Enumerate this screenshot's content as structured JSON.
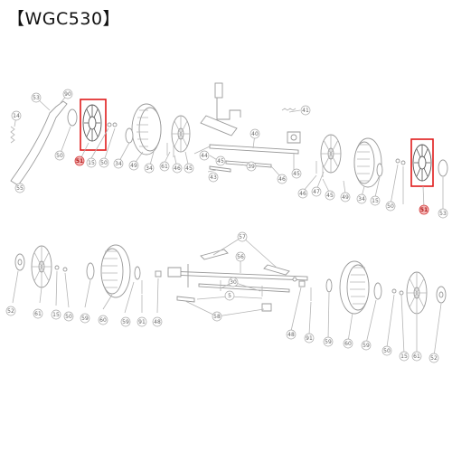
{
  "title": "【WGC530】",
  "highlight_color": "#e01b1b",
  "highlighted_part": "51",
  "callouts": {
    "upper_left": [
      "53",
      "90",
      "14",
      "55",
      "50",
      "51",
      "15",
      "50",
      "34",
      "49",
      "34",
      "61",
      "46",
      "45"
    ],
    "upper_center": [
      "41",
      "44",
      "45",
      "43",
      "39",
      "46",
      "45",
      "40"
    ],
    "upper_right": [
      "47",
      "46",
      "45",
      "49",
      "34",
      "15",
      "50",
      "51",
      "53"
    ],
    "lower_left": [
      "52",
      "61",
      "15",
      "50",
      "59",
      "60",
      "59",
      "91",
      "48"
    ],
    "lower_center": [
      "57",
      "56",
      "30",
      "5",
      "58"
    ],
    "lower_right": [
      "48",
      "91",
      "59",
      "60",
      "59",
      "50",
      "15",
      "61",
      "52"
    ]
  }
}
